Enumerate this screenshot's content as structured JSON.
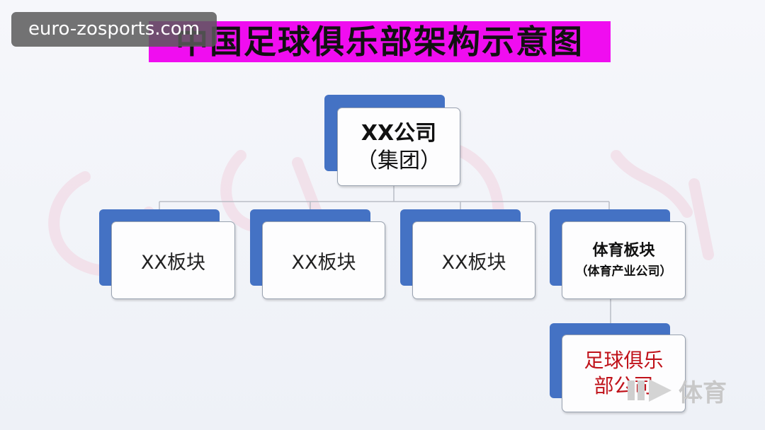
{
  "site_badge": "euro-zosports.com",
  "title": "中国足球俱乐部架构示意图",
  "colors": {
    "title_band": "#f00df0",
    "node_accent": "#4472c4",
    "club_text": "#c0121a"
  },
  "root": {
    "line1": "XX公司",
    "line2": "（集团）"
  },
  "divisions": [
    {
      "label": "XX板块"
    },
    {
      "label": "XX板块"
    },
    {
      "label": "XX板块"
    },
    {
      "label": "体育板块",
      "sub": "（体育产业公司）"
    }
  ],
  "club": {
    "line1": "足球俱乐",
    "line2": "部公司"
  },
  "corner_watermark": {
    "icon": "play-logo-icon",
    "text": "体育"
  }
}
